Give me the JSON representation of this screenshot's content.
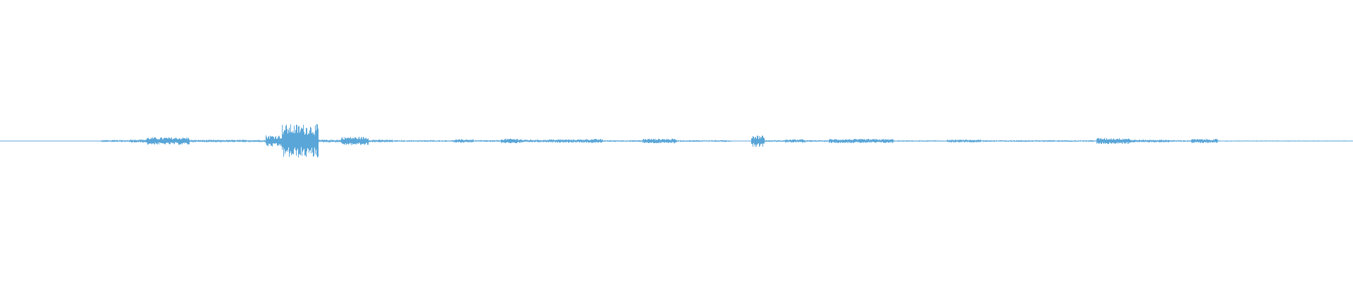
{
  "waveform": {
    "color": "#5aa6d8",
    "segments": [
      {
        "start": 0.0,
        "end": 0.075,
        "level": 0.02
      },
      {
        "start": 0.075,
        "end": 0.095,
        "level": 0.06
      },
      {
        "start": 0.095,
        "end": 0.108,
        "level": 0.1
      },
      {
        "start": 0.108,
        "end": 0.14,
        "level": 0.22
      },
      {
        "start": 0.14,
        "end": 0.196,
        "level": 0.07
      },
      {
        "start": 0.196,
        "end": 0.208,
        "level": 0.35
      },
      {
        "start": 0.208,
        "end": 0.235,
        "level": 1.0
      },
      {
        "start": 0.235,
        "end": 0.252,
        "level": 0.08
      },
      {
        "start": 0.252,
        "end": 0.272,
        "level": 0.25
      },
      {
        "start": 0.272,
        "end": 0.29,
        "level": 0.08
      },
      {
        "start": 0.29,
        "end": 0.335,
        "level": 0.05
      },
      {
        "start": 0.335,
        "end": 0.35,
        "level": 0.1
      },
      {
        "start": 0.35,
        "end": 0.37,
        "level": 0.05
      },
      {
        "start": 0.37,
        "end": 0.385,
        "level": 0.14
      },
      {
        "start": 0.385,
        "end": 0.405,
        "level": 0.08
      },
      {
        "start": 0.405,
        "end": 0.43,
        "level": 0.1
      },
      {
        "start": 0.43,
        "end": 0.445,
        "level": 0.12
      },
      {
        "start": 0.445,
        "end": 0.475,
        "level": 0.05
      },
      {
        "start": 0.475,
        "end": 0.5,
        "level": 0.14
      },
      {
        "start": 0.5,
        "end": 0.54,
        "level": 0.05
      },
      {
        "start": 0.54,
        "end": 0.555,
        "level": 0.02
      },
      {
        "start": 0.555,
        "end": 0.565,
        "level": 0.35
      },
      {
        "start": 0.565,
        "end": 0.58,
        "level": 0.05
      },
      {
        "start": 0.58,
        "end": 0.595,
        "level": 0.1
      },
      {
        "start": 0.595,
        "end": 0.612,
        "level": 0.05
      },
      {
        "start": 0.612,
        "end": 0.66,
        "level": 0.12
      },
      {
        "start": 0.66,
        "end": 0.7,
        "level": 0.04
      },
      {
        "start": 0.7,
        "end": 0.725,
        "level": 0.08
      },
      {
        "start": 0.725,
        "end": 0.81,
        "level": 0.05
      },
      {
        "start": 0.81,
        "end": 0.835,
        "level": 0.18
      },
      {
        "start": 0.835,
        "end": 0.865,
        "level": 0.08
      },
      {
        "start": 0.865,
        "end": 0.88,
        "level": 0.05
      },
      {
        "start": 0.88,
        "end": 0.9,
        "level": 0.12
      },
      {
        "start": 0.9,
        "end": 1.0,
        "level": 0.03
      }
    ]
  }
}
